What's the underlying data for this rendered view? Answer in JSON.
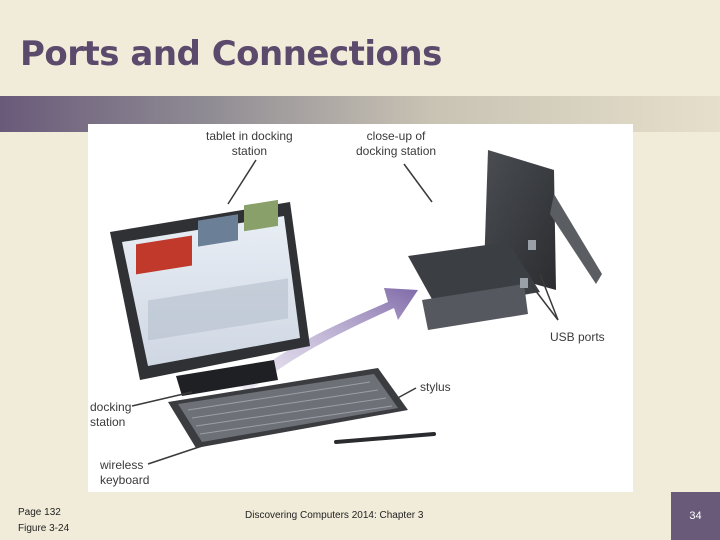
{
  "title": "Ports and Connections",
  "figure": {
    "callouts": {
      "tablet": "tablet in docking station",
      "closeup": "close-up of docking station",
      "usb": "USB ports",
      "stylus": "stylus",
      "docking": "docking station",
      "keyboard": "wireless keyboard"
    }
  },
  "footer": {
    "page_ref": "Page 132",
    "figure_ref": "Figure 3-24",
    "course": "Discovering Computers 2014: Chapter 3",
    "slide_number": "34"
  },
  "colors": {
    "title": "#5b4a6b",
    "accent_band": "#6a5a7a",
    "background": "#f1ecd9"
  }
}
